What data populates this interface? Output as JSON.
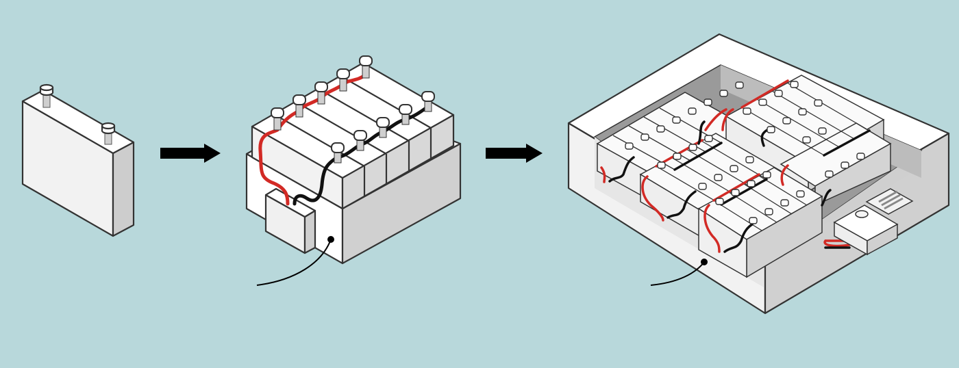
{
  "diagram": {
    "stages": [
      {
        "name": "single-cell",
        "cells": 1
      },
      {
        "name": "battery-module",
        "cells": 5
      },
      {
        "name": "battery-pack",
        "modules": 4
      }
    ],
    "colors": {
      "background": "#b8d8db",
      "top_face": "#ffffff",
      "front_face": "#f0f0f0",
      "side_face": "#cfcfcf",
      "outline": "#333333",
      "positive_cable": "#d22a25",
      "negative_cable": "#111111",
      "arrow": "#000000"
    },
    "icons": [
      "arrow-right-icon",
      "arrow-right-icon",
      "battery-cell-icon",
      "battery-module-icon",
      "battery-pack-icon"
    ]
  }
}
